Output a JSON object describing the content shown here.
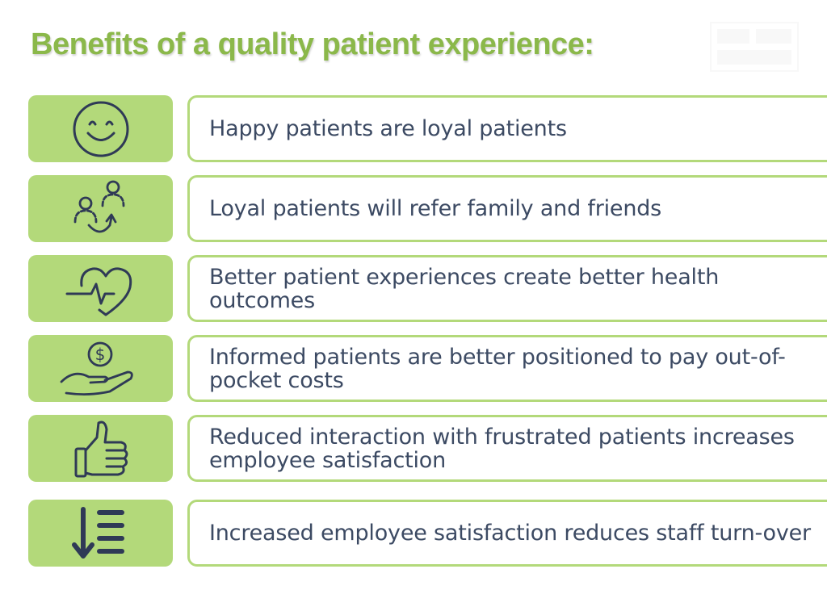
{
  "title": "Benefits of a quality patient experience:",
  "accent_color": "#b3d97a",
  "title_color": "#8bb84a",
  "text_color": "#3c4a63",
  "icon_color": "#2f3a56",
  "benefits": [
    {
      "icon": "smiley-face-icon",
      "text": "Happy patients are loyal patients"
    },
    {
      "icon": "referral-people-icon",
      "text": "Loyal patients will refer family and friends"
    },
    {
      "icon": "heartbeat-heart-icon",
      "text": "Better patient experiences create better health outcomes"
    },
    {
      "icon": "hand-dollar-coin-icon",
      "text": "Informed patients are better positioned to pay out-of-pocket costs"
    },
    {
      "icon": "thumbs-up-icon",
      "text": "Reduced interaction with frustrated patients increases employee satisfaction"
    },
    {
      "icon": "sort-descending-icon",
      "text": "Increased employee satisfaction reduces staff turn-over"
    }
  ]
}
